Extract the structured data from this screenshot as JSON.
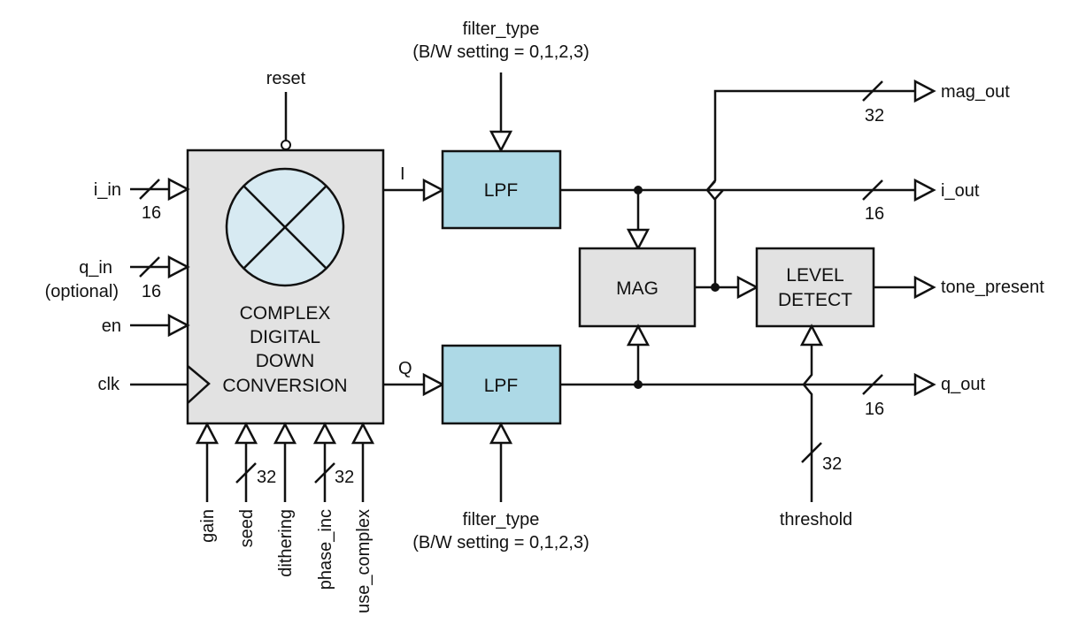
{
  "diagram": {
    "title": "Complex Digital Down Conversion with tone detection block diagram",
    "colors": {
      "ddc_fill": "#e2e2e2",
      "mixer_fill": "#d7eaf2",
      "lpf_fill": "#add9e6",
      "mag_fill": "#e2e2e2",
      "level_fill": "#e2e2e2",
      "line": "#111111"
    },
    "blocks": {
      "ddc": {
        "lines": [
          "COMPLEX",
          "DIGITAL",
          "DOWN",
          "CONVERSION"
        ],
        "icon": "mixer-multiply-icon"
      },
      "lpf_i": {
        "label": "LPF"
      },
      "lpf_q": {
        "label": "LPF"
      },
      "mag": {
        "label": "MAG"
      },
      "level_detect": {
        "lines": [
          "LEVEL",
          "DETECT"
        ]
      }
    },
    "inputs_left": [
      {
        "name": "i_in",
        "width": "16"
      },
      {
        "name": "q_in",
        "sub": "(optional)",
        "width": "16"
      },
      {
        "name": "en"
      },
      {
        "name": "clk"
      }
    ],
    "reset": {
      "name": "reset"
    },
    "inputs_bottom": [
      {
        "name": "gain"
      },
      {
        "name": "seed",
        "width": "32"
      },
      {
        "name": "dithering"
      },
      {
        "name": "phase_inc",
        "width": "32"
      },
      {
        "name": "use_complex"
      }
    ],
    "signals": {
      "i": "I",
      "q": "Q"
    },
    "filter_type_top": {
      "line1": "filter_type",
      "line2": "(B/W setting = 0,1,2,3)"
    },
    "filter_type_bottom": {
      "line1": "filter_type",
      "line2": "(B/W setting = 0,1,2,3)"
    },
    "outputs": [
      {
        "name": "mag_out",
        "width": "32"
      },
      {
        "name": "i_out",
        "width": "16"
      },
      {
        "name": "tone_present"
      },
      {
        "name": "q_out",
        "width": "16"
      }
    ],
    "threshold": {
      "name": "threshold",
      "width": "32"
    }
  }
}
